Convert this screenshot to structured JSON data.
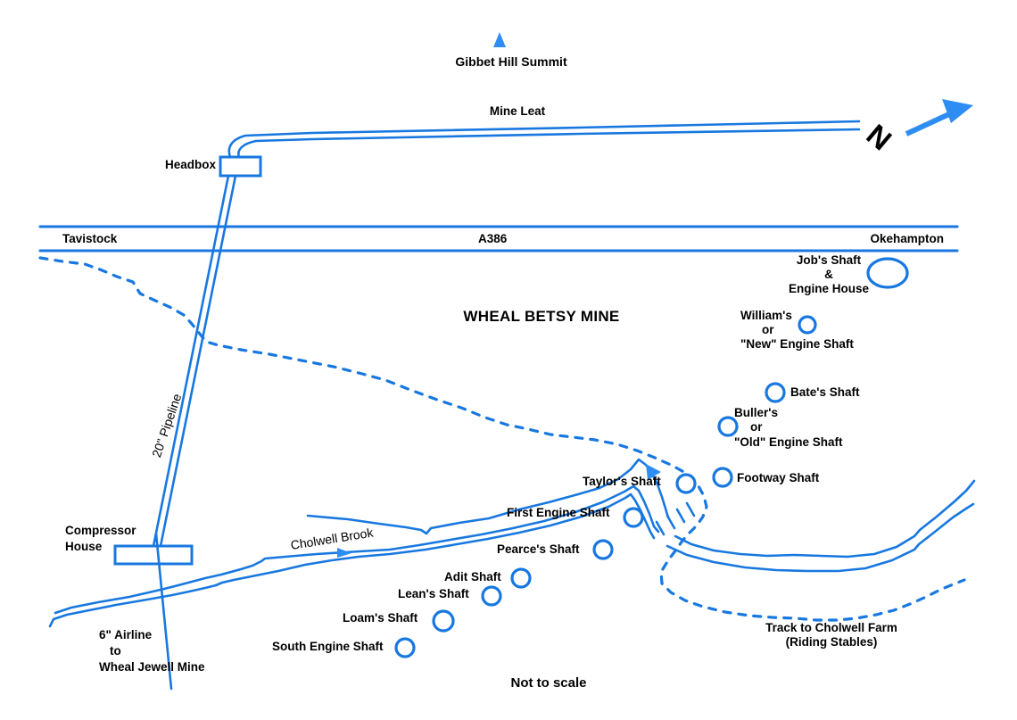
{
  "colors": {
    "line_blue": "#1878e0",
    "arrow_blue": "#2e8df2",
    "text_black": "#000000"
  },
  "title": "WHEAL BETSY MINE",
  "scale_note": "Not to scale",
  "north": {
    "letter": "N"
  },
  "summit": {
    "label": "Gibbet Hill Summit"
  },
  "leat": {
    "label": "Mine Leat"
  },
  "headbox": {
    "label": "Headbox"
  },
  "road": {
    "left": "Tavistock",
    "number": "A386",
    "right": "Okehampton"
  },
  "pipeline": {
    "label": "20\" Pipeline"
  },
  "compressor": {
    "line1": "Compressor",
    "line2": "House"
  },
  "brook": {
    "label": "Cholwell Brook"
  },
  "airline": {
    "line1": "6\" Airline",
    "line2": "to",
    "line3": "Wheal Jewell Mine"
  },
  "farm_track": {
    "line1": "Track to Cholwell Farm",
    "line2": "(Riding Stables)"
  },
  "shafts": {
    "jobs": {
      "line1": "Job's Shaft",
      "line2": "&",
      "line3": "Engine House"
    },
    "williams": {
      "line1": "William's",
      "line2": "or",
      "line3": "\"New\" Engine Shaft"
    },
    "bates": {
      "label": "Bate's Shaft"
    },
    "bullers": {
      "line1": "Buller's",
      "line2": "or",
      "line3": "\"Old\" Engine Shaft"
    },
    "footway": {
      "label": "Footway Shaft"
    },
    "taylors": {
      "label": "Taylor's Shaft"
    },
    "first_engine": {
      "label": "First Engine Shaft"
    },
    "pearces": {
      "label": "Pearce's Shaft"
    },
    "adit": {
      "label": "Adit Shaft"
    },
    "leans": {
      "label": "Lean's Shaft"
    },
    "loams": {
      "label": "Loam's Shaft"
    },
    "south_engine": {
      "label": "South Engine Shaft"
    }
  }
}
